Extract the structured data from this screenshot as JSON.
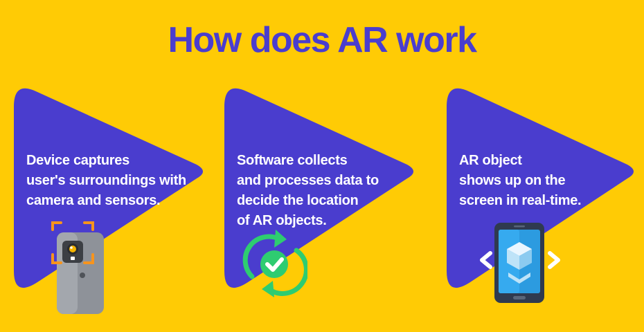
{
  "title": "How does AR work",
  "colors": {
    "background": "#FFCB05",
    "accent": "#4A3DCE",
    "caption_text": "#FFFFFF"
  },
  "steps": [
    {
      "lines": [
        "Device captures",
        "user's surroundings with",
        "camera and sensors."
      ],
      "icon": "camera-phone-icon"
    },
    {
      "lines": [
        "Software collects",
        "and processes data to",
        "decide the location",
        "of AR objects."
      ],
      "icon": "sync-check-icon"
    },
    {
      "lines": [
        "AR object",
        "shows up on the",
        "screen in real-time."
      ],
      "icon": "phone-cube-icon"
    }
  ]
}
